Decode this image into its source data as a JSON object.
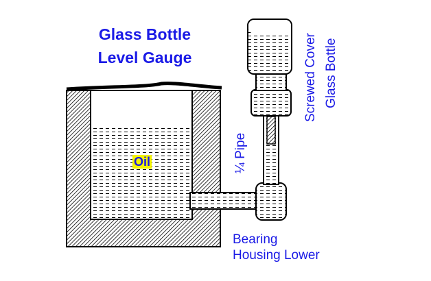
{
  "title": {
    "line1": "Glass Bottle",
    "line2": "Level Gauge"
  },
  "labels": {
    "screwed_cover": "Screwed Cover",
    "glass_bottle": "Glass Bottle",
    "pipe": "¼ Pipe",
    "oil": "Oil",
    "bearing_housing_line1": "Bearing",
    "bearing_housing_line2": "Housing Lower"
  },
  "colors": {
    "label": "#1a1ae6",
    "oil_highlight": "#f4f400",
    "hatch": "#000000"
  }
}
